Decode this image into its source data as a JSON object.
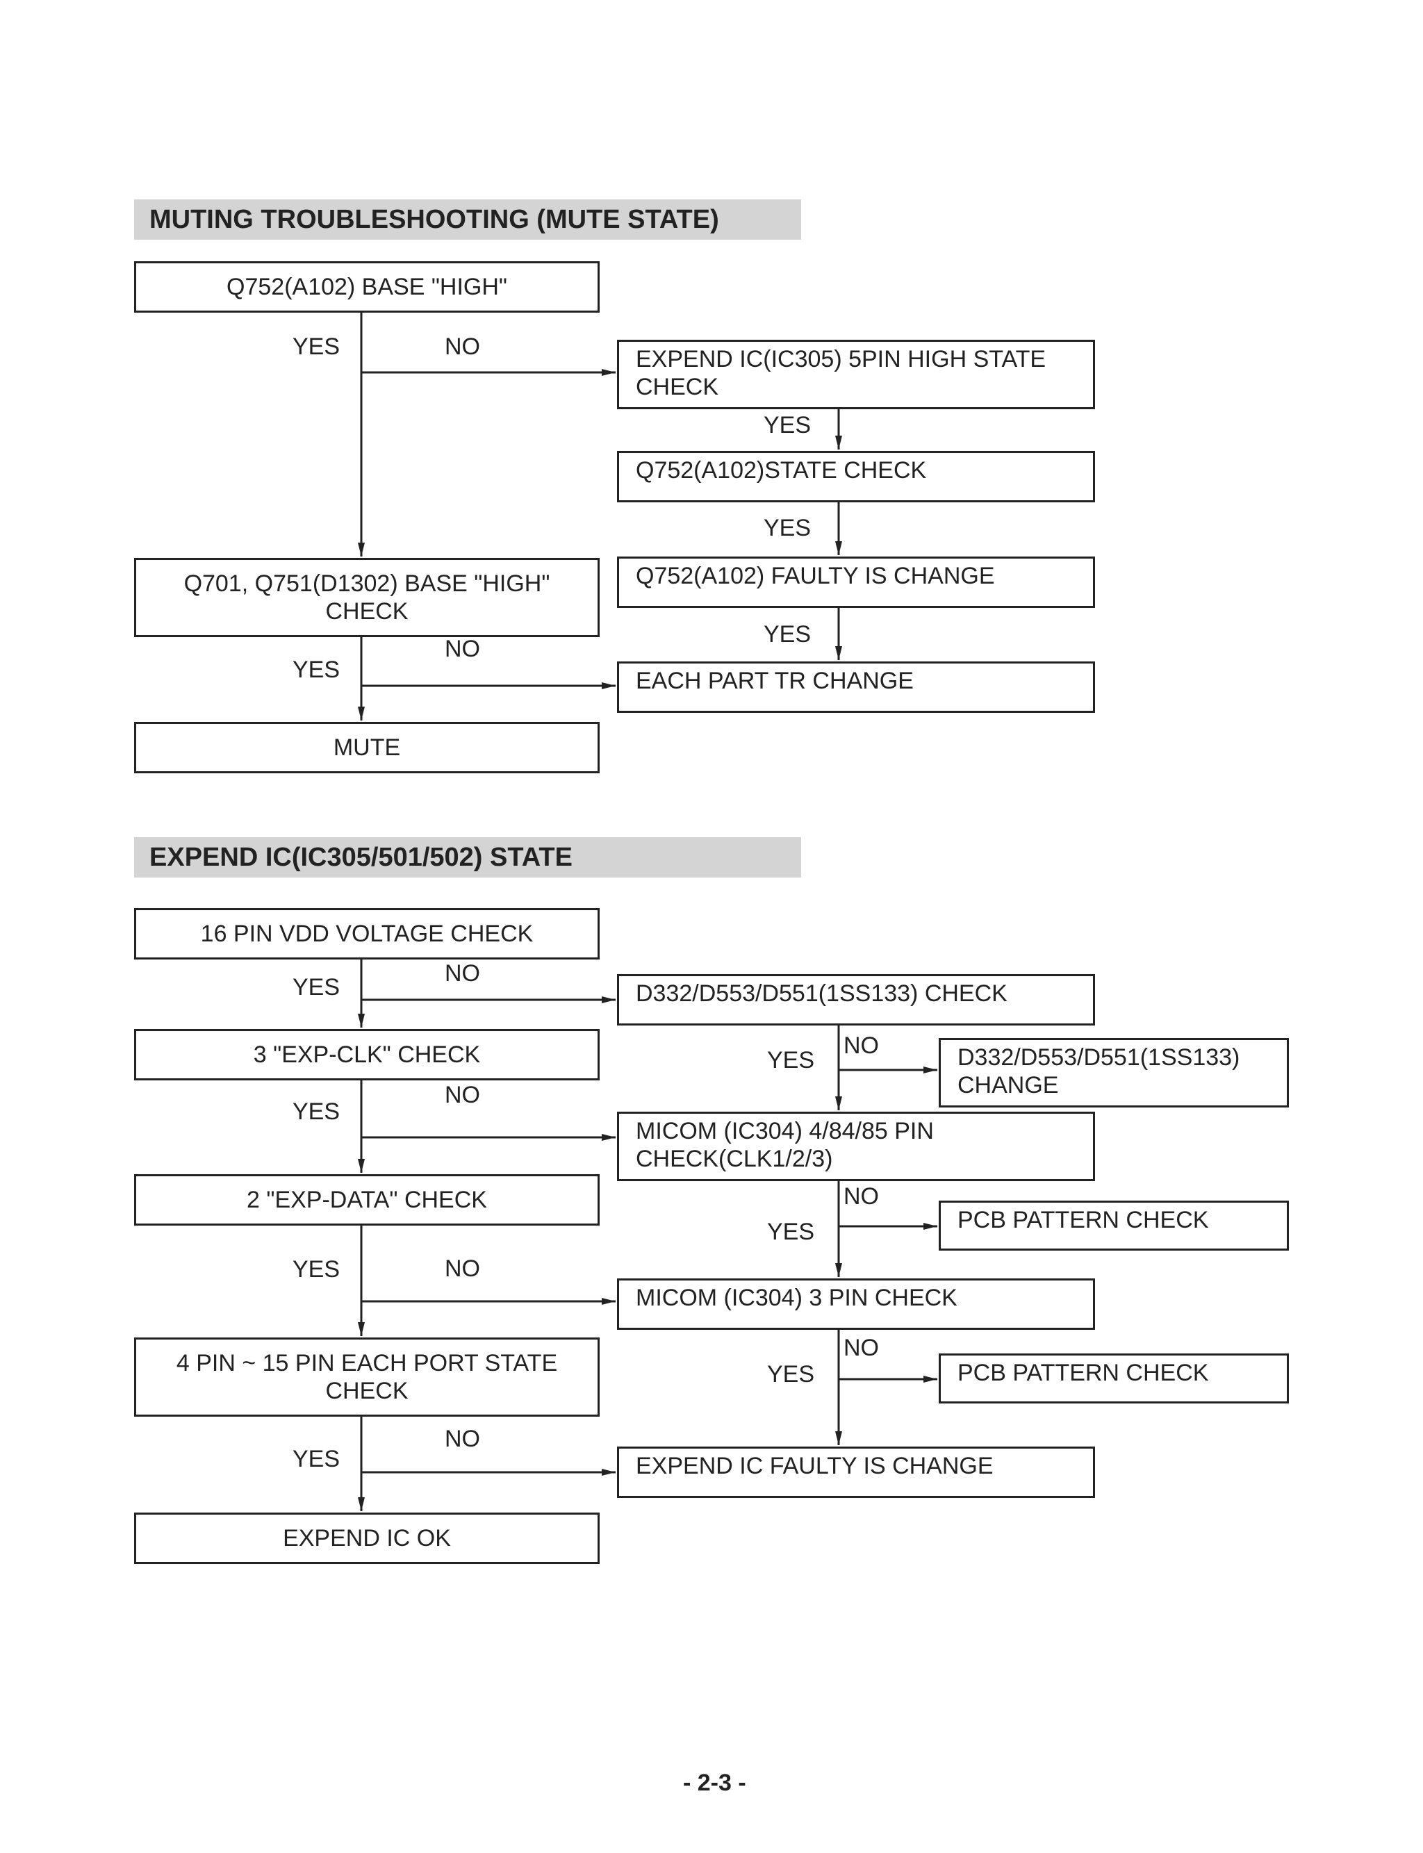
{
  "section1": {
    "title": "MUTING TROUBLESHOOTING (MUTE STATE)",
    "boxes": {
      "q752_base_high": "Q752(A102) BASE \"HIGH\"",
      "expend_5pin": "EXPEND IC(IC305) 5PIN HIGH STATE\nCHECK",
      "q752_state": "Q752(A102)STATE CHECK",
      "q701_base_high": "Q701, Q751(D1302) BASE \"HIGH\"\nCHECK",
      "q752_faulty": "Q752(A102) FAULTY IS CHANGE",
      "each_part_tr": "EACH PART TR CHANGE",
      "mute": "MUTE"
    }
  },
  "section2": {
    "title": "EXPEND IC(IC305/501/502) STATE",
    "boxes": {
      "vdd_check": "16 PIN VDD VOLTAGE CHECK",
      "d332_check": "D332/D553/D551(1SS133) CHECK",
      "exp_clk": "3 \"EXP-CLK\" CHECK",
      "d332_change": "D332/D553/D551(1SS133)\nCHANGE",
      "micom_clk": "MICOM (IC304) 4/84/85 PIN\nCHECK(CLK1/2/3)",
      "exp_data": "2 \"EXP-DATA\" CHECK",
      "pcb1": "PCB PATTERN CHECK",
      "micom_3pin": "MICOM (IC304) 3 PIN CHECK",
      "port_state": "4  PIN ~ 15  PIN EACH PORT STATE\nCHECK",
      "pcb2": "PCB PATTERN CHECK",
      "expend_faulty": "EXPEND IC FAULTY IS CHANGE",
      "expend_ok": "EXPEND IC OK"
    }
  },
  "labels": {
    "yes": "YES",
    "no": "NO"
  },
  "page_number": "- 2-3 -"
}
